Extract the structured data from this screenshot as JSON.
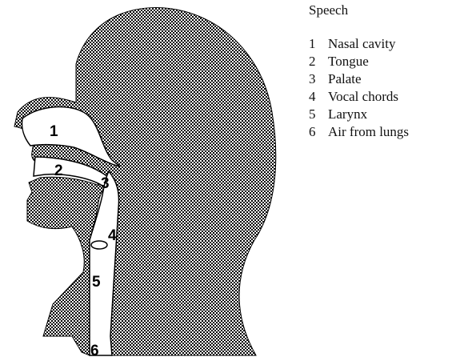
{
  "title": "Speech",
  "colors": {
    "fill": "#000000",
    "background": "#ffffff"
  },
  "diagram_labels": [
    "1",
    "2",
    "3",
    "4",
    "5",
    "6"
  ],
  "legend": [
    {
      "num": "1",
      "text": "Nasal cavity"
    },
    {
      "num": "2",
      "text": "Tongue"
    },
    {
      "num": "3",
      "text": "Palate"
    },
    {
      "num": "4",
      "text": "Vocal chords"
    },
    {
      "num": "5",
      "text": "Larynx"
    },
    {
      "num": "6",
      "text": "Air from lungs"
    }
  ]
}
